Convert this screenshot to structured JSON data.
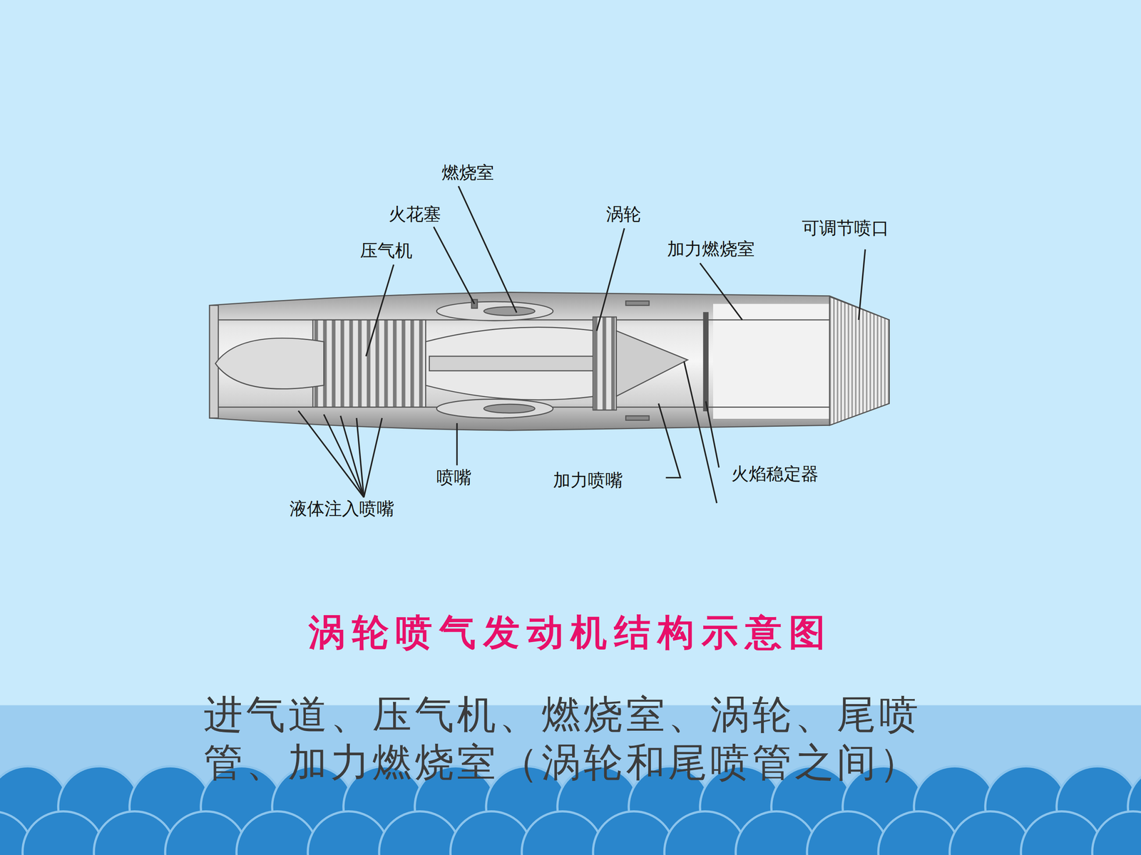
{
  "diagram": {
    "title": "涡轮喷气发动机结构示意图",
    "caption": "进气道、压气机、燃烧室、涡轮、尾喷管、加力燃烧室（涡轮和尾喷管之间）",
    "labels": [
      "燃烧室",
      "火花塞",
      "压气机",
      "涡轮",
      "加力燃烧室",
      "可调节喷口",
      "喷嘴",
      "加力喷嘴",
      "火焰稳定器",
      "液体注入喷嘴"
    ]
  }
}
